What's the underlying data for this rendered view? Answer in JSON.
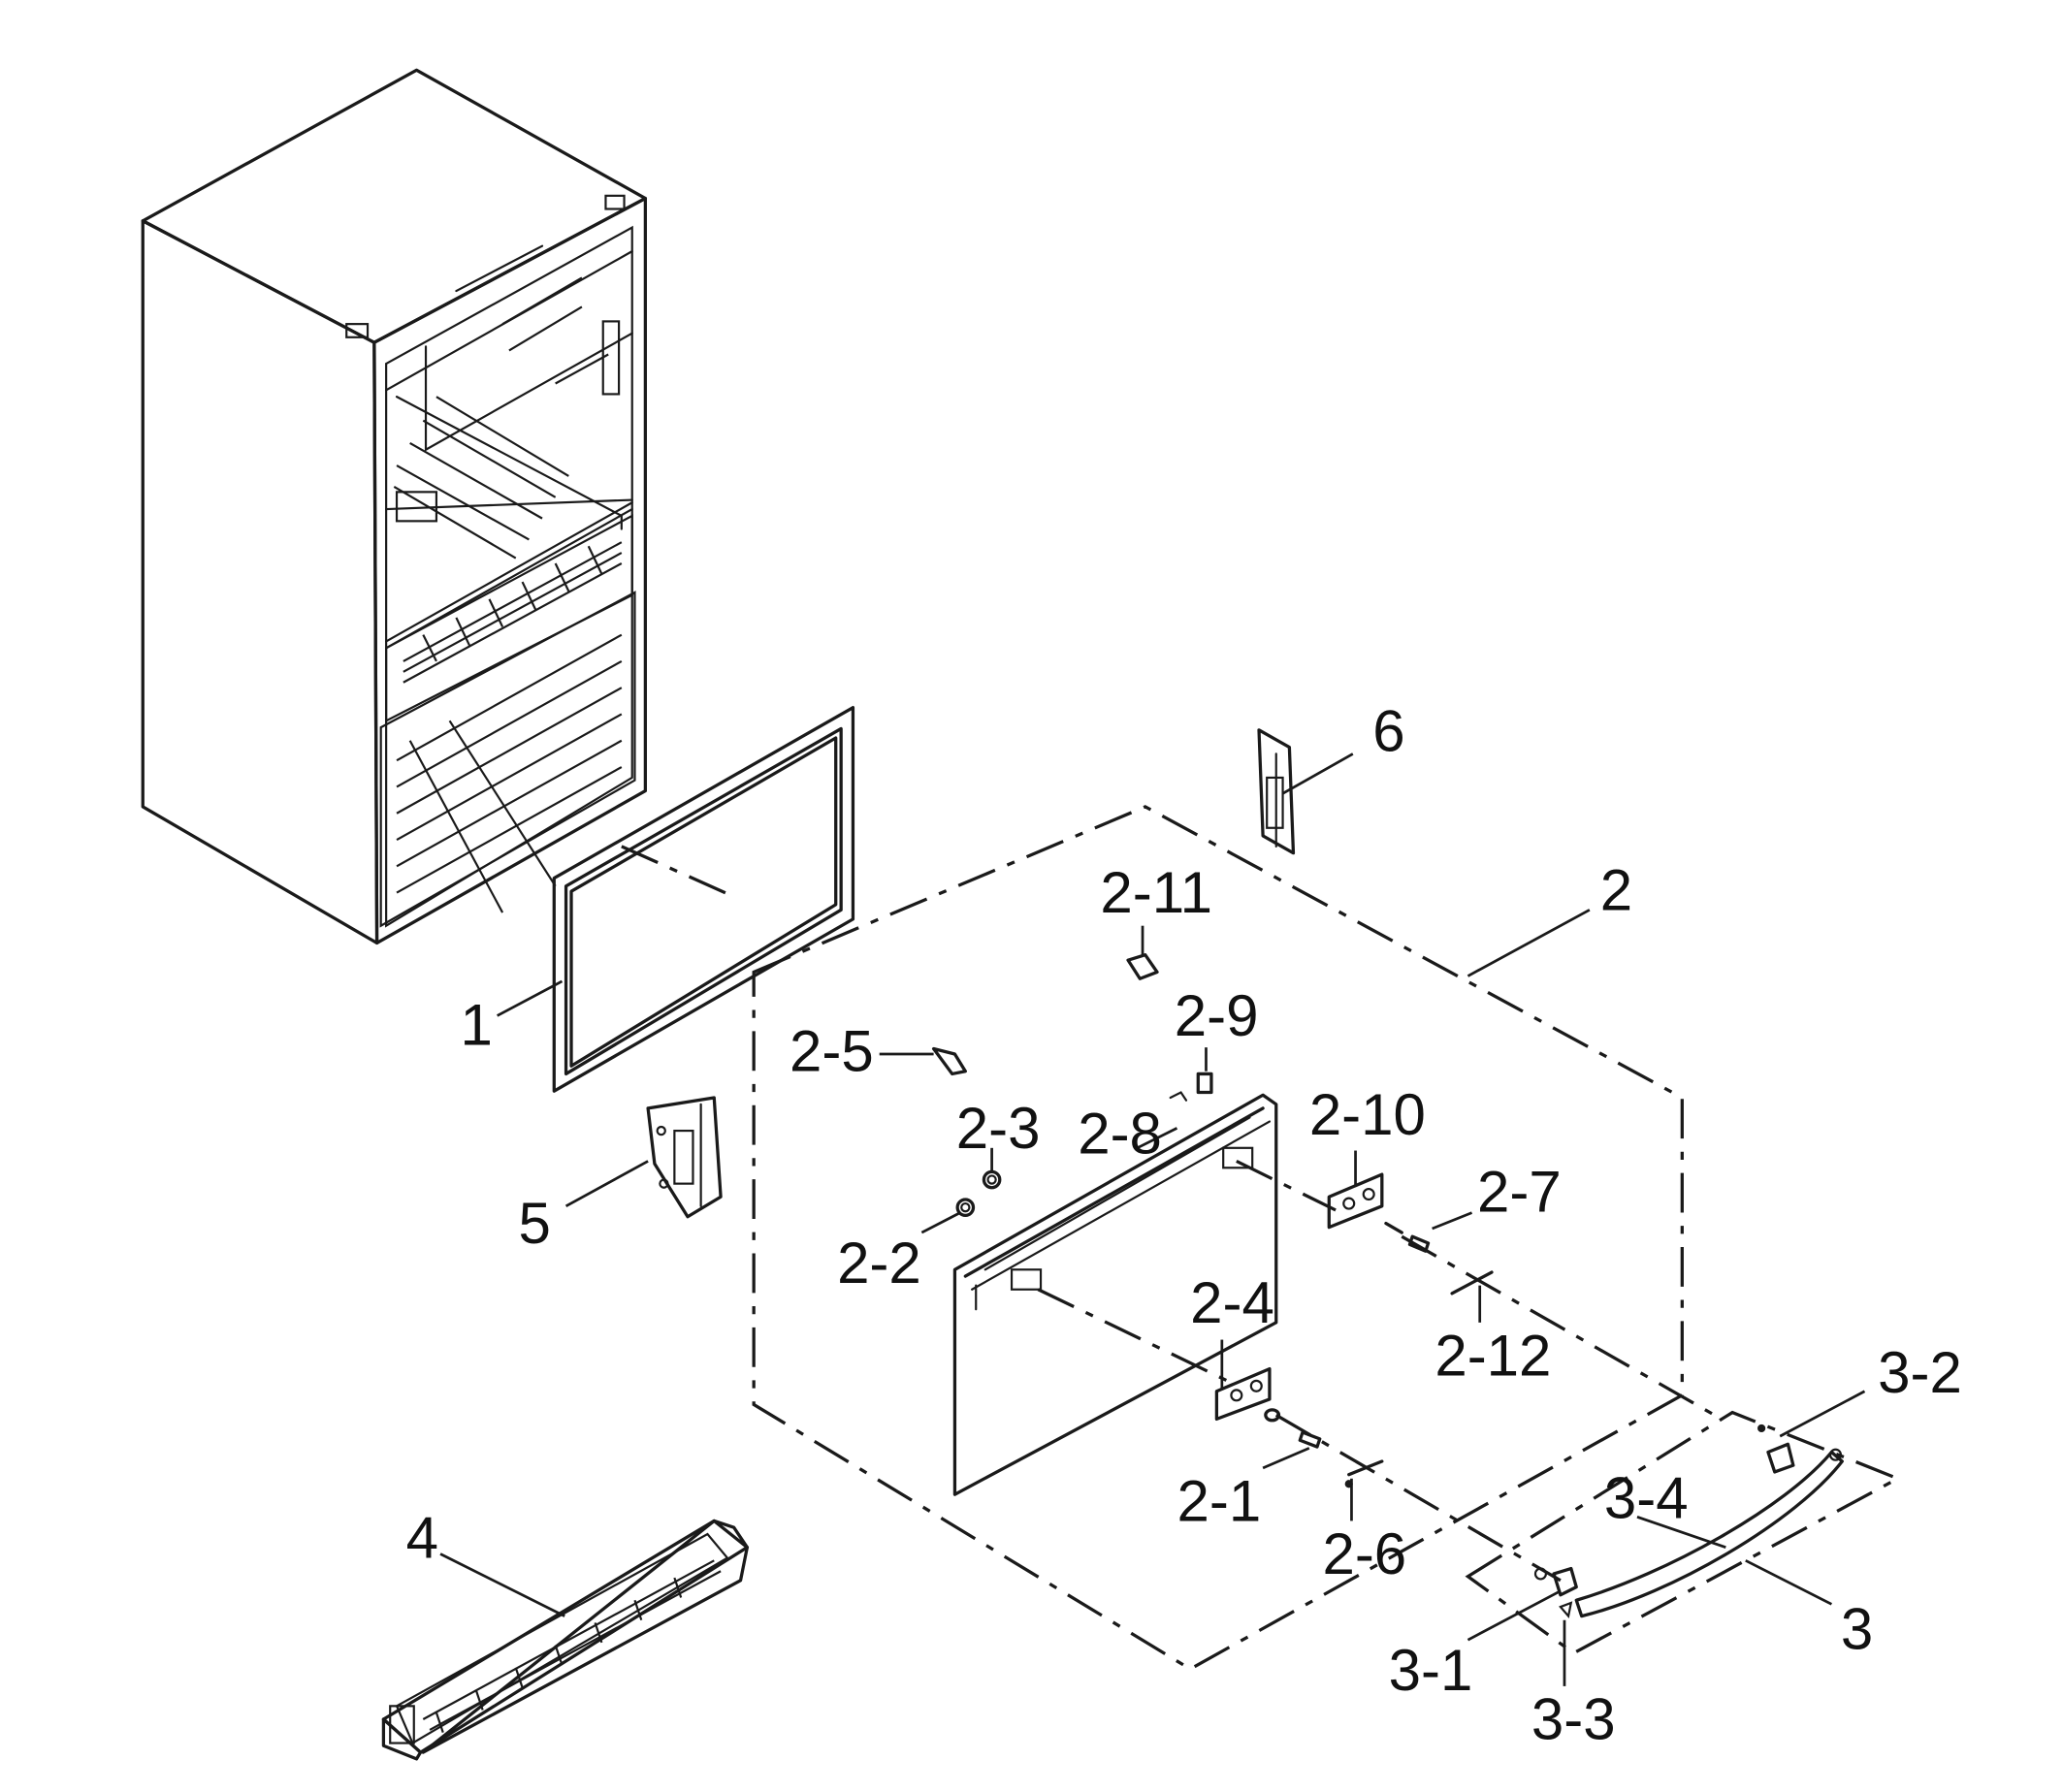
{
  "diagram": {
    "type": "exploded-parts-view",
    "callouts": [
      {
        "key": "c1",
        "label": "1"
      },
      {
        "key": "c2",
        "label": "2"
      },
      {
        "key": "c2_1",
        "label": "2-1"
      },
      {
        "key": "c2_2",
        "label": "2-2"
      },
      {
        "key": "c2_3",
        "label": "2-3"
      },
      {
        "key": "c2_4",
        "label": "2-4"
      },
      {
        "key": "c2_5",
        "label": "2-5"
      },
      {
        "key": "c2_6",
        "label": "2-6"
      },
      {
        "key": "c2_7",
        "label": "2-7"
      },
      {
        "key": "c2_8",
        "label": "2-8"
      },
      {
        "key": "c2_9",
        "label": "2-9"
      },
      {
        "key": "c2_10",
        "label": "2-10"
      },
      {
        "key": "c2_11",
        "label": "2-11"
      },
      {
        "key": "c2_12",
        "label": "2-12"
      },
      {
        "key": "c3",
        "label": "3"
      },
      {
        "key": "c3_1",
        "label": "3-1"
      },
      {
        "key": "c3_2",
        "label": "3-2"
      },
      {
        "key": "c3_3",
        "label": "3-3"
      },
      {
        "key": "c3_4",
        "label": "3-4"
      },
      {
        "key": "c4",
        "label": "4"
      },
      {
        "key": "c5",
        "label": "5"
      },
      {
        "key": "c6",
        "label": "6"
      }
    ]
  }
}
